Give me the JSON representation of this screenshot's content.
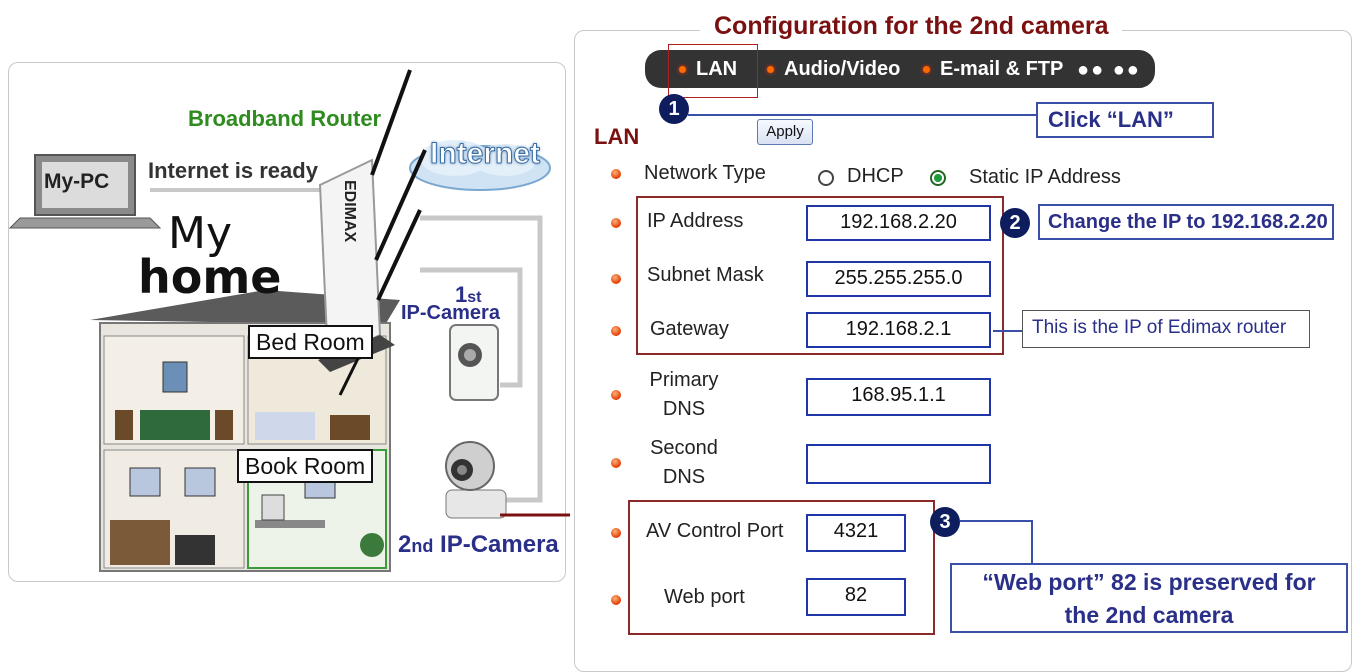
{
  "title": "Configuration for the 2nd camera",
  "tabs": [
    {
      "label": "LAN"
    },
    {
      "label": "Audio/Video"
    },
    {
      "label": "E-mail & FTP"
    }
  ],
  "more_dots": "●● ●●",
  "section": "LAN",
  "apply_label": "Apply",
  "network_type": {
    "label": "Network Type",
    "options": [
      "DHCP",
      "Static IP Address"
    ],
    "selected": "Static IP Address"
  },
  "fields": {
    "ip_address": {
      "label": "IP Address",
      "value": "192.168.2.20"
    },
    "subnet_mask": {
      "label": "Subnet Mask",
      "value": "255.255.255.0"
    },
    "gateway": {
      "label": "Gateway",
      "value": "192.168.2.1"
    },
    "primary_dns": {
      "label_1": "Primary",
      "label_2": "DNS",
      "value": "168.95.1.1"
    },
    "second_dns": {
      "label_1": "Second",
      "label_2": "DNS",
      "value": ""
    },
    "av_control_port": {
      "label": "AV Control Port",
      "value": "4321"
    },
    "web_port": {
      "label": "Web port",
      "value": "82"
    }
  },
  "callouts": {
    "step1": {
      "number": "1",
      "text": "Click “LAN”"
    },
    "step2": {
      "number": "2",
      "text": "Change the IP to 192.168.2.20"
    },
    "gateway_note": "This is the IP of Edimax router",
    "step3": {
      "number": "3",
      "line1": "“Web port” 82 is preserved for",
      "line2": "the 2nd camera"
    }
  },
  "network_scene": {
    "router_label": "Broadband Router",
    "internet_label": "Internet",
    "pc_label": "My-PC",
    "internet_ready": "Internet is ready",
    "my_home_1": "My",
    "my_home_2": "home",
    "bed_room": "Bed Room",
    "book_room": "Book Room",
    "router_brand": "EDIMAX",
    "cam1_num": "1",
    "cam1_sup": "st",
    "cam1_label": "IP-Camera",
    "cam2_num": "2",
    "cam2_sup": "nd",
    "cam2_label": "IP-Camera"
  },
  "colors": {
    "title": "#7a1010",
    "router_label": "#2e8b1e",
    "callout_text": "#2a2f88",
    "field_border": "#1f36a8",
    "group_border": "#8c2a2a",
    "navbar": "#333333",
    "bullet": "#e23b00"
  }
}
